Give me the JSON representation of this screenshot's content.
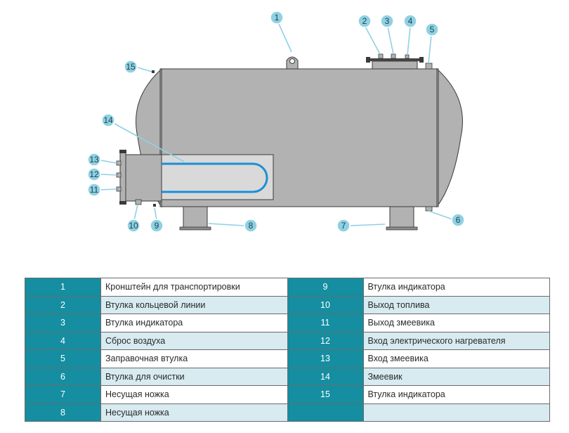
{
  "callouts": [
    "1",
    "2",
    "3",
    "4",
    "5",
    "6",
    "7",
    "8",
    "9",
    "10",
    "11",
    "12",
    "13",
    "14",
    "15"
  ],
  "legend": {
    "rows": [
      {
        "left_num": "1",
        "left_text": "Кронштейн для транспортировки",
        "right_num": "9",
        "right_text": "Втулка индикатора"
      },
      {
        "left_num": "2",
        "left_text": "Втулка кольцевой линии",
        "right_num": "10",
        "right_text": "Выход топлива"
      },
      {
        "left_num": "3",
        "left_text": "Втулка индикатора",
        "right_num": "11",
        "right_text": "Выход змеевика"
      },
      {
        "left_num": "4",
        "left_text": "Сброс воздуха",
        "right_num": "12",
        "right_text": "Вход электрического нагревателя"
      },
      {
        "left_num": "5",
        "left_text": "Заправочная втулка",
        "right_num": "13",
        "right_text": "Вход змеевика"
      },
      {
        "left_num": "6",
        "left_text": "Втулка для очистки",
        "right_num": "14",
        "right_text": "Змеевик"
      },
      {
        "left_num": "7",
        "left_text": "Несущая ножка",
        "right_num": "15",
        "right_text": "Втулка индикатора"
      },
      {
        "left_num": "8",
        "left_text": "Несущая ножка",
        "right_num": "",
        "right_text": ""
      }
    ]
  },
  "colors": {
    "tank_body": "#b2b2b2",
    "tank_outline": "#3a3a3a",
    "coil": "#1a8fd6",
    "callout": "#8fd1e3",
    "table_header": "#148ea0",
    "table_alt_row": "#d7ebf1"
  }
}
